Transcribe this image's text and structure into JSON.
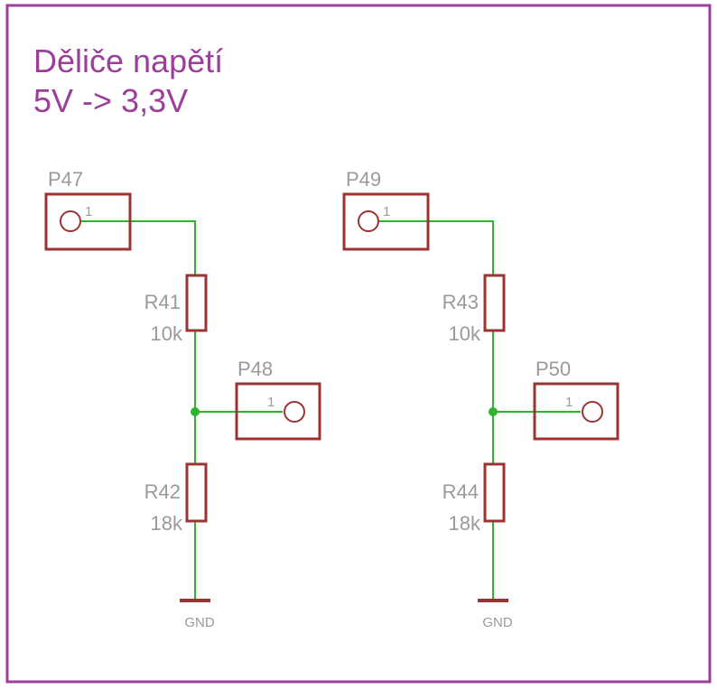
{
  "title": {
    "line1": "Děliče napětí",
    "line2": "5V -> 3,3V"
  },
  "dividers": [
    {
      "input_connector": {
        "ref": "P47",
        "pin": "1"
      },
      "output_connector": {
        "ref": "P48",
        "pin": "1"
      },
      "upper_resistor": {
        "ref": "R41",
        "value": "10k"
      },
      "lower_resistor": {
        "ref": "R42",
        "value": "18k"
      },
      "ground": {
        "label": "GND"
      }
    },
    {
      "input_connector": {
        "ref": "P49",
        "pin": "1"
      },
      "output_connector": {
        "ref": "P50",
        "pin": "1"
      },
      "upper_resistor": {
        "ref": "R43",
        "value": "10k"
      },
      "lower_resistor": {
        "ref": "R44",
        "value": "18k"
      },
      "ground": {
        "label": "GND"
      }
    }
  ],
  "colors": {
    "frame": "#9b3f9b",
    "title": "#9b3f9b",
    "part": "#9b3333",
    "net": "#2db52d",
    "label": "#9a9a9a"
  }
}
